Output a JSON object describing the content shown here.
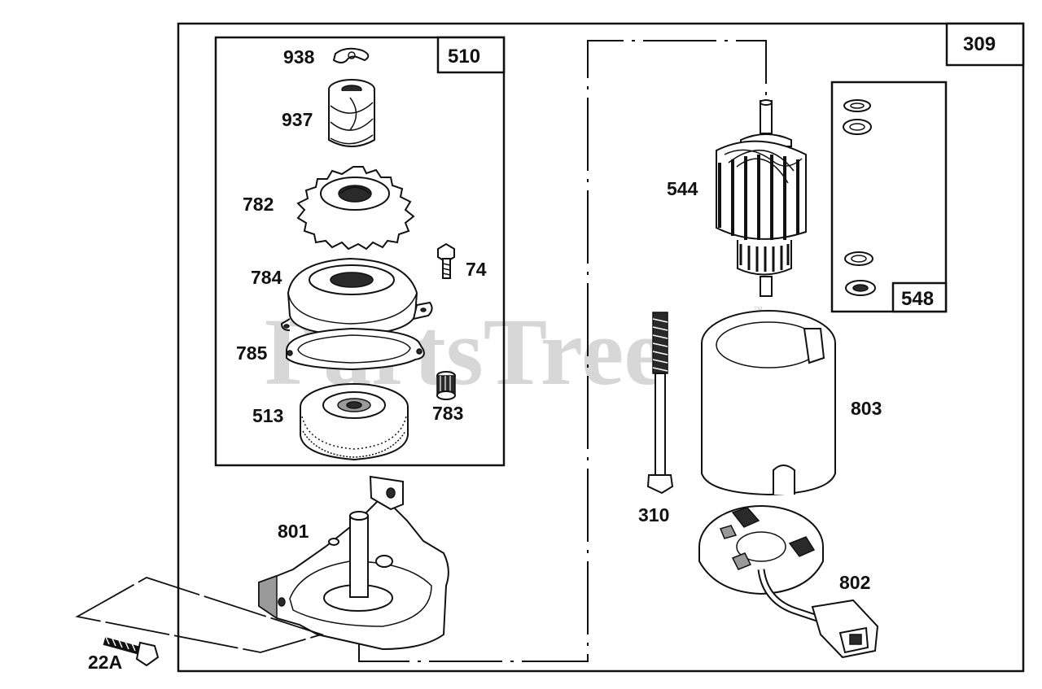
{
  "watermark": {
    "text": "PartsTree",
    "trademark": "™"
  },
  "boxes": {
    "main": "309",
    "gear_kit": "510",
    "washer_kit": "548"
  },
  "labels": {
    "p938": "938",
    "p937": "937",
    "p782": "782",
    "p74": "74",
    "p784": "784",
    "p785": "785",
    "p513": "513",
    "p783": "783",
    "p801": "801",
    "p22a": "22A",
    "p544": "544",
    "p803": "803",
    "p310": "310",
    "p802": "802"
  }
}
